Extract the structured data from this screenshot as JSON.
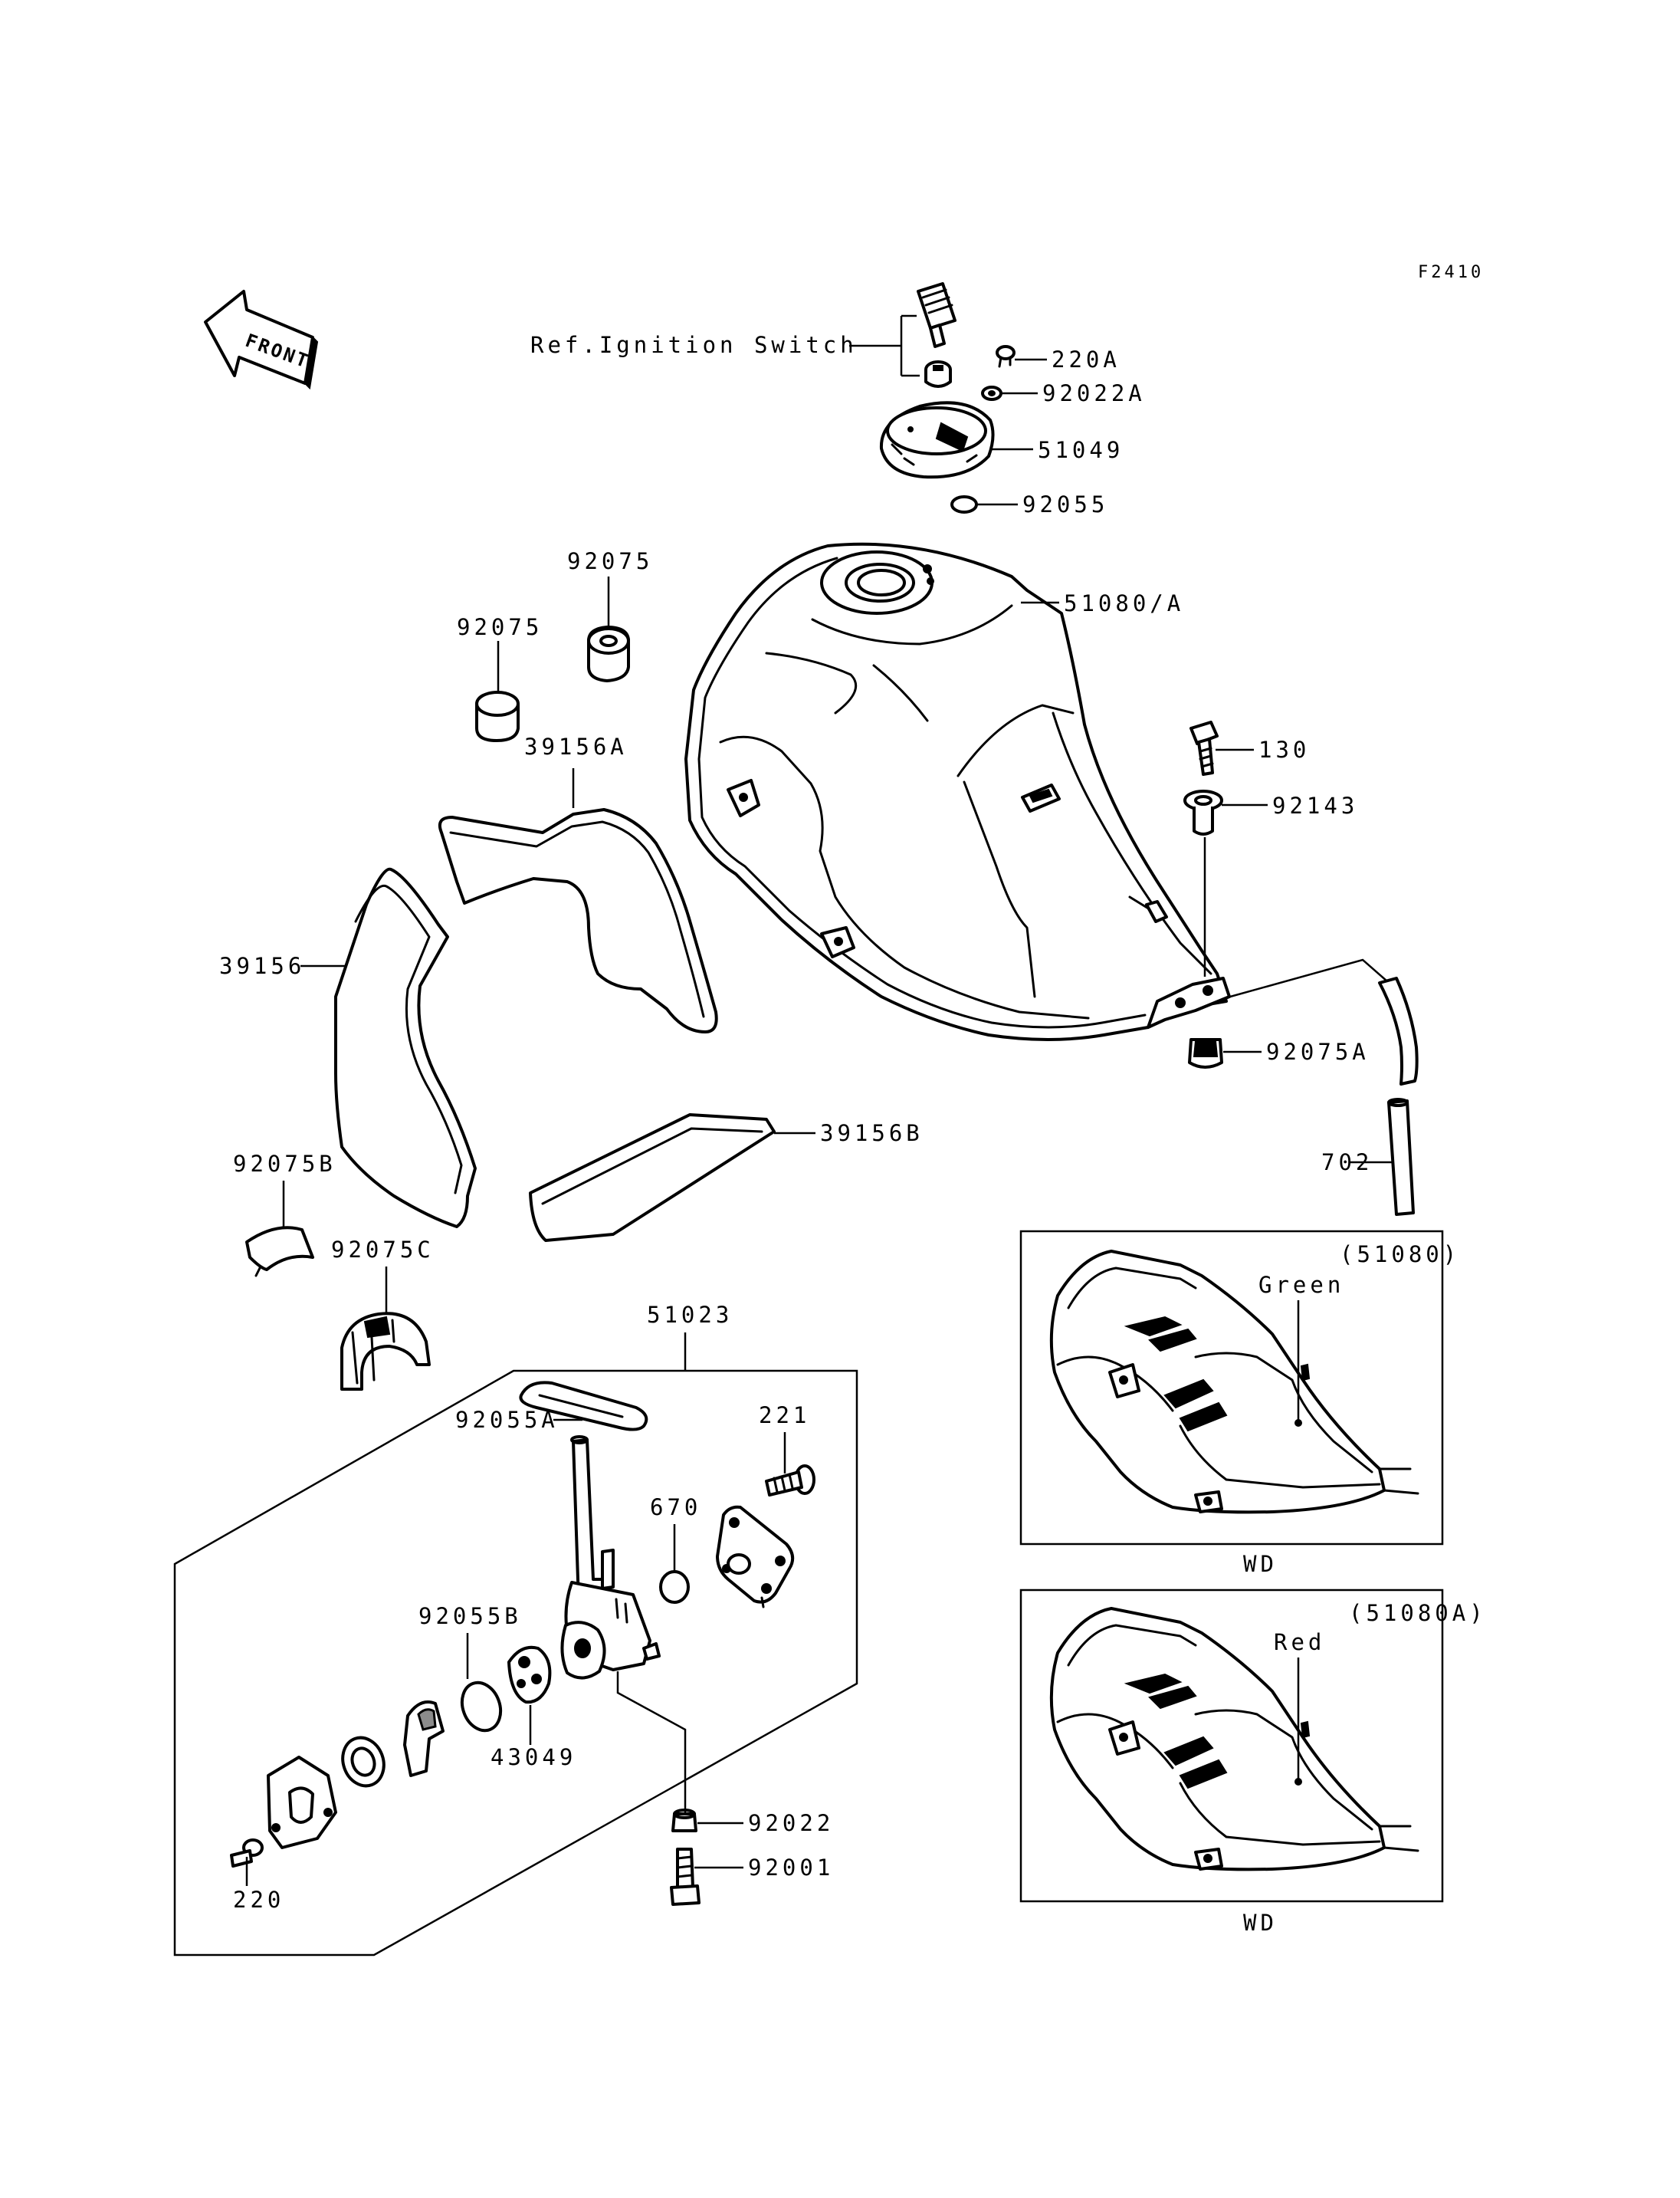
{
  "figure_code": "F2410",
  "front_label": "FRONT",
  "ref_label": "Ref.Ignition Switch",
  "callouts": {
    "p220A": "220A",
    "p92022A": "92022A",
    "p51049": "51049",
    "p92055": "92055",
    "p51080A": "51080/A",
    "p92075_a": "92075",
    "p92075_b": "92075",
    "p39156A": "39156A",
    "p130": "130",
    "p92143": "92143",
    "p39156": "39156",
    "p92075A": "92075A",
    "p39156B": "39156B",
    "p702": "702",
    "p92075B": "92075B",
    "p92075C": "92075C",
    "p51023": "51023",
    "p92055A": "92055A",
    "p221": "221",
    "p670": "670",
    "p92055B": "92055B",
    "p43049": "43049",
    "p92022": "92022",
    "p92001": "92001",
    "p220": "220"
  },
  "variants": [
    {
      "code": "(51080)",
      "color": "Green",
      "footer": "WD"
    },
    {
      "code": "(51080A)",
      "color": "Red",
      "footer": "WD"
    }
  ]
}
